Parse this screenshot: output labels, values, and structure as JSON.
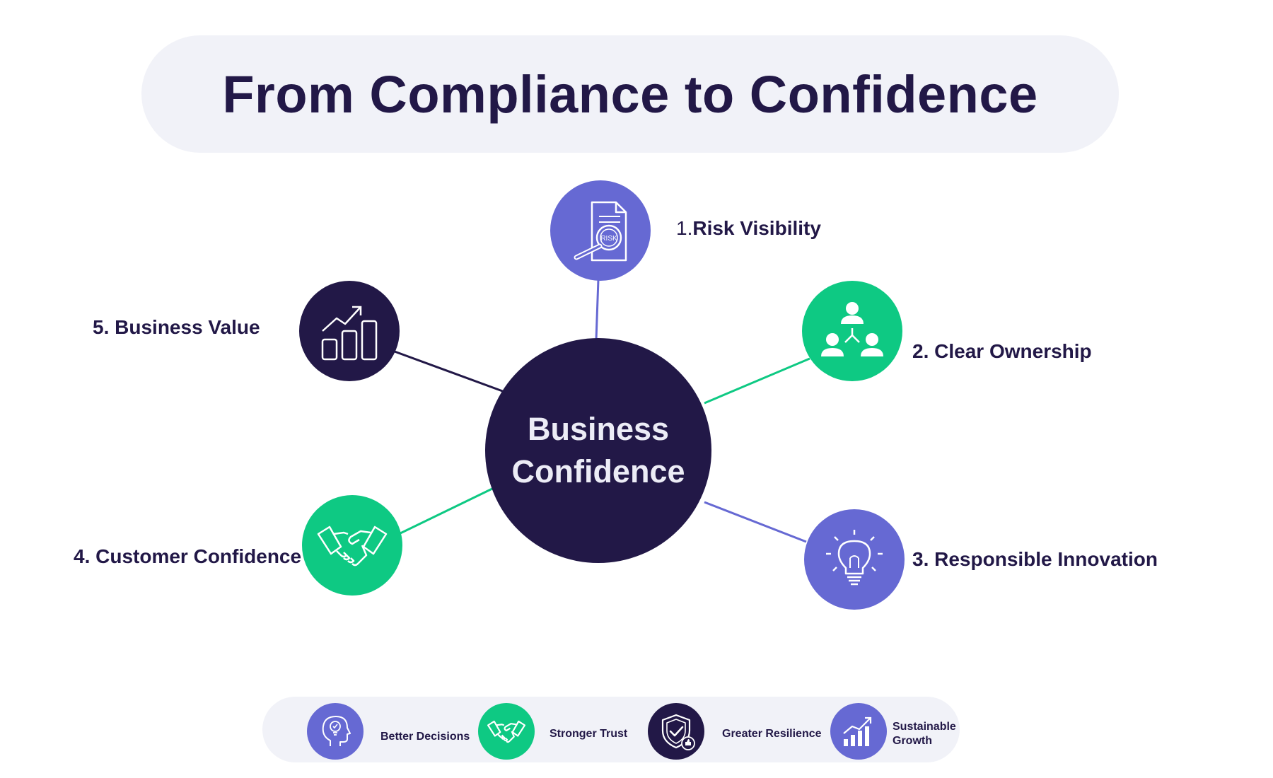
{
  "title": "From Compliance to Confidence",
  "colors": {
    "navy": "#221847",
    "purple": "#6669d3",
    "green": "#0ec983",
    "pill_bg": "#f1f2f8",
    "center_text": "#ececf6"
  },
  "center": {
    "line1": "Business",
    "line2": "Confidence"
  },
  "nodes": [
    {
      "num": "1.",
      "label": "Risk Visibility",
      "icon": "risk-document-magnifier-icon",
      "icon_text": "RISK"
    },
    {
      "num": "2.",
      "label": "Clear Ownership",
      "icon": "people-hierarchy-icon"
    },
    {
      "num": "3.",
      "label": "Responsible Innovation",
      "icon": "lightbulb-icon"
    },
    {
      "num": "4.",
      "label": "Customer Confidence",
      "icon": "handshake-icon"
    },
    {
      "num": "5.",
      "label": "Business Value",
      "icon": "growth-bar-chart-icon"
    }
  ],
  "benefits": [
    {
      "label": "Better Decisions",
      "icon": "head-lightbulb-icon"
    },
    {
      "label": "Stronger Trust",
      "icon": "handshake-icon"
    },
    {
      "label": "Greater Resilience",
      "icon": "shield-check-icon"
    },
    {
      "label_line1": "Sustainable",
      "label_line2": "Growth",
      "icon": "growth-chart-icon"
    }
  ]
}
